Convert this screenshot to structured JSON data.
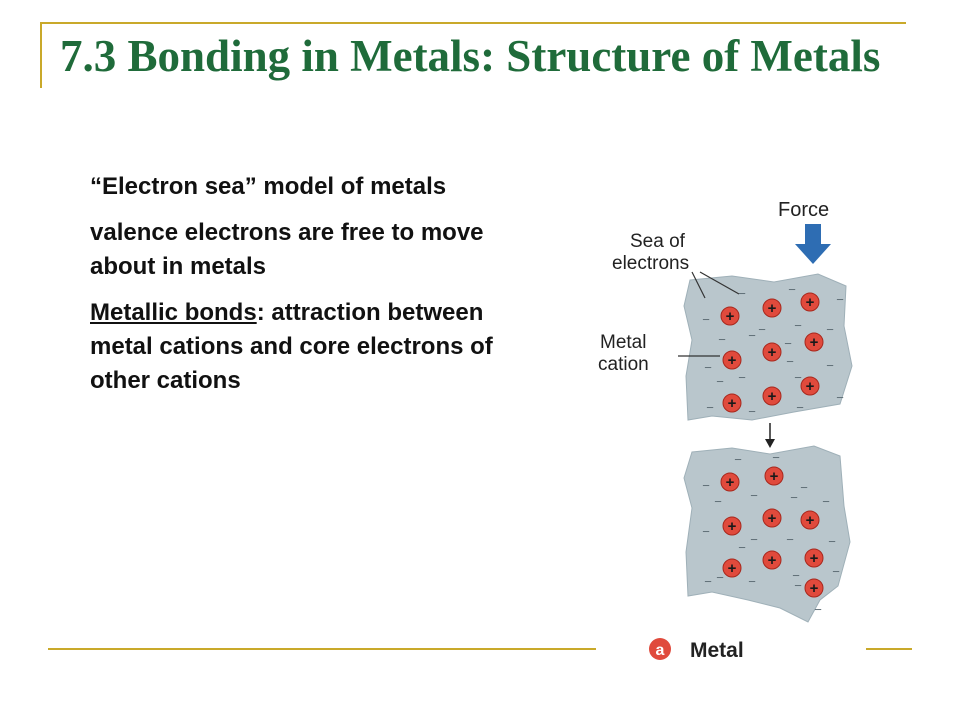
{
  "slide": {
    "title": "7.3 Bonding in Metals:  Structure of Metals",
    "bullets": [
      {
        "text": "“Electron sea” model of metals"
      },
      {
        "text": "valence electrons are free to move about in metals"
      },
      {
        "term": "Metallic bonds",
        "rest": ":  attraction between metal cations and core electrons of other cations"
      }
    ]
  },
  "figure": {
    "force_label": "Force",
    "sea_label_line1": "Sea of",
    "sea_label_line2": "electrons",
    "cation_label_line1": "Metal",
    "cation_label_line2": "cation",
    "badge_letter": "a",
    "caption": "Metal",
    "cation_symbol": "+",
    "electron_symbol": "−"
  },
  "colors": {
    "title": "#1f6b3a",
    "rule": "#c9a92a",
    "metal_slab": "#b9c6cc",
    "cation": "#e04a3c",
    "arrow": "#2e6db3"
  }
}
